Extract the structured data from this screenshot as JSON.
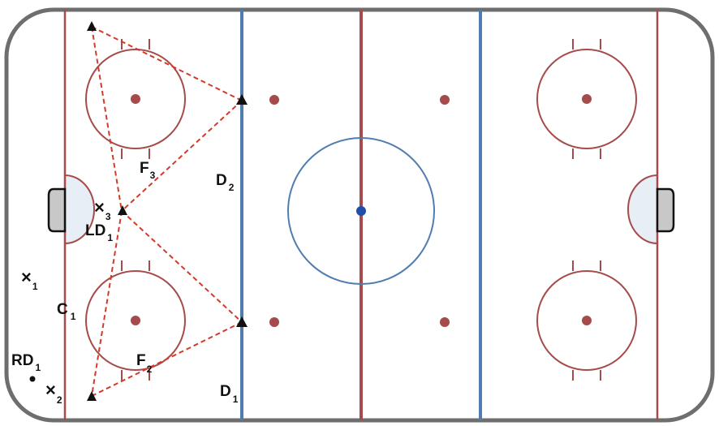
{
  "rink": {
    "board_color": "#6e6e6e",
    "red_line_color": "#a64b4b",
    "blue_line_color": "#4f7db0",
    "center_dot_color": "#1f4fa8",
    "route_color": "#d23a2a"
  },
  "players": {
    "F3": {
      "main": "F",
      "sub": "3"
    },
    "D2": {
      "main": "D",
      "sub": "2"
    },
    "LD1": {
      "main": "LD",
      "sub": "1"
    },
    "X3": {
      "main": "×",
      "sub": "3"
    },
    "X1": {
      "main": "×",
      "sub": "1"
    },
    "C1": {
      "main": "C",
      "sub": "1"
    },
    "RD1": {
      "main": "RD",
      "sub": "1"
    },
    "F2": {
      "main": "F",
      "sub": "2"
    },
    "X2": {
      "main": "×",
      "sub": "2"
    },
    "D1": {
      "main": "D",
      "sub": "1"
    }
  }
}
